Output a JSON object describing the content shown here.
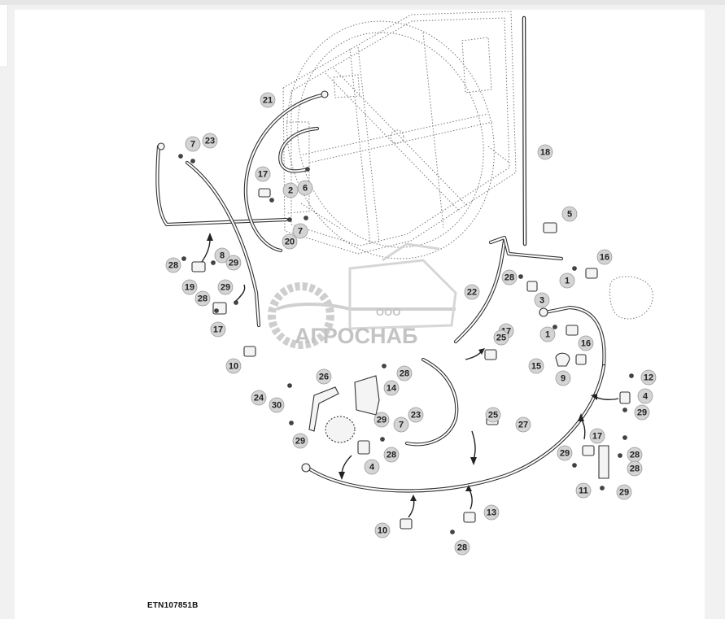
{
  "document_code": "ETN107851B",
  "watermark": {
    "prefix": "ООО",
    "name": "АГРОСНАБ"
  },
  "colors": {
    "callout_fill": "#d4d4d4",
    "line": "#333333",
    "watermark": "#b9b9b9"
  },
  "callouts": [
    "1",
    "1",
    "2",
    "3",
    "4",
    "4",
    "5",
    "6",
    "7",
    "7",
    "7",
    "8",
    "9",
    "10",
    "10",
    "11",
    "12",
    "13",
    "14",
    "15",
    "16",
    "16",
    "17",
    "17",
    "17",
    "17",
    "18",
    "19",
    "20",
    "21",
    "22",
    "23",
    "23",
    "24",
    "25",
    "25",
    "26",
    "27",
    "28",
    "28",
    "28",
    "28",
    "28",
    "28",
    "28",
    "28",
    "29",
    "29",
    "29",
    "29",
    "29",
    "29",
    "29",
    "30"
  ]
}
